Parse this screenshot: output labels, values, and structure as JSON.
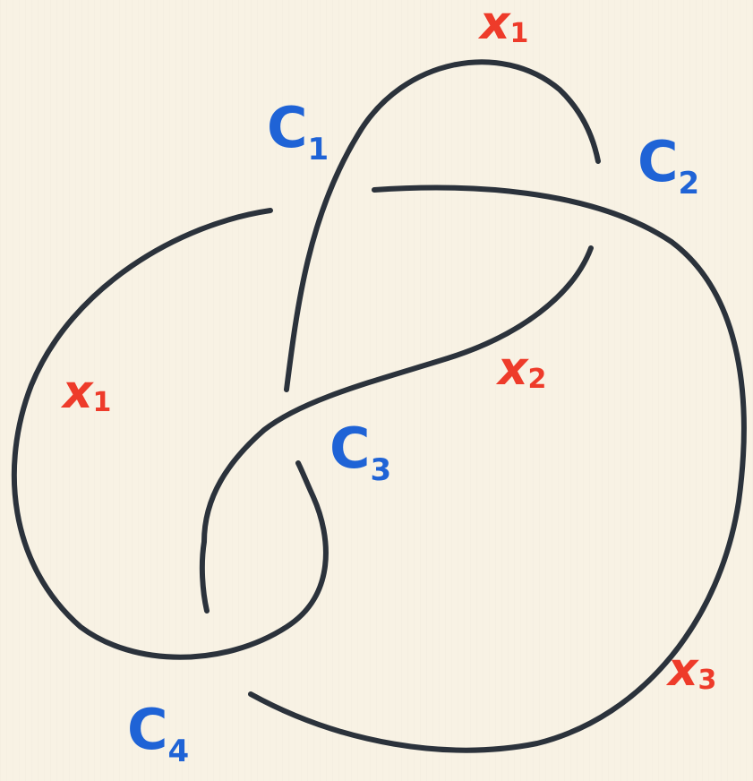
{
  "colors": {
    "strand": "#2b323b",
    "arc_label": "#ee3b2a",
    "crossing_label": "#1f63d6",
    "paper": "#f8f2e4"
  },
  "arc_labels": [
    {
      "id": "x1-top",
      "letter": "x",
      "index": "1"
    },
    {
      "id": "x1-left",
      "letter": "x",
      "index": "1"
    },
    {
      "id": "x2",
      "letter": "x",
      "index": "2"
    },
    {
      "id": "x3",
      "letter": "x",
      "index": "3"
    }
  ],
  "crossing_labels": [
    {
      "id": "c1",
      "letter": "C",
      "index": "1"
    },
    {
      "id": "c2",
      "letter": "C",
      "index": "2"
    },
    {
      "id": "c3",
      "letter": "C",
      "index": "3"
    },
    {
      "id": "c4",
      "letter": "C",
      "index": "4"
    }
  ]
}
